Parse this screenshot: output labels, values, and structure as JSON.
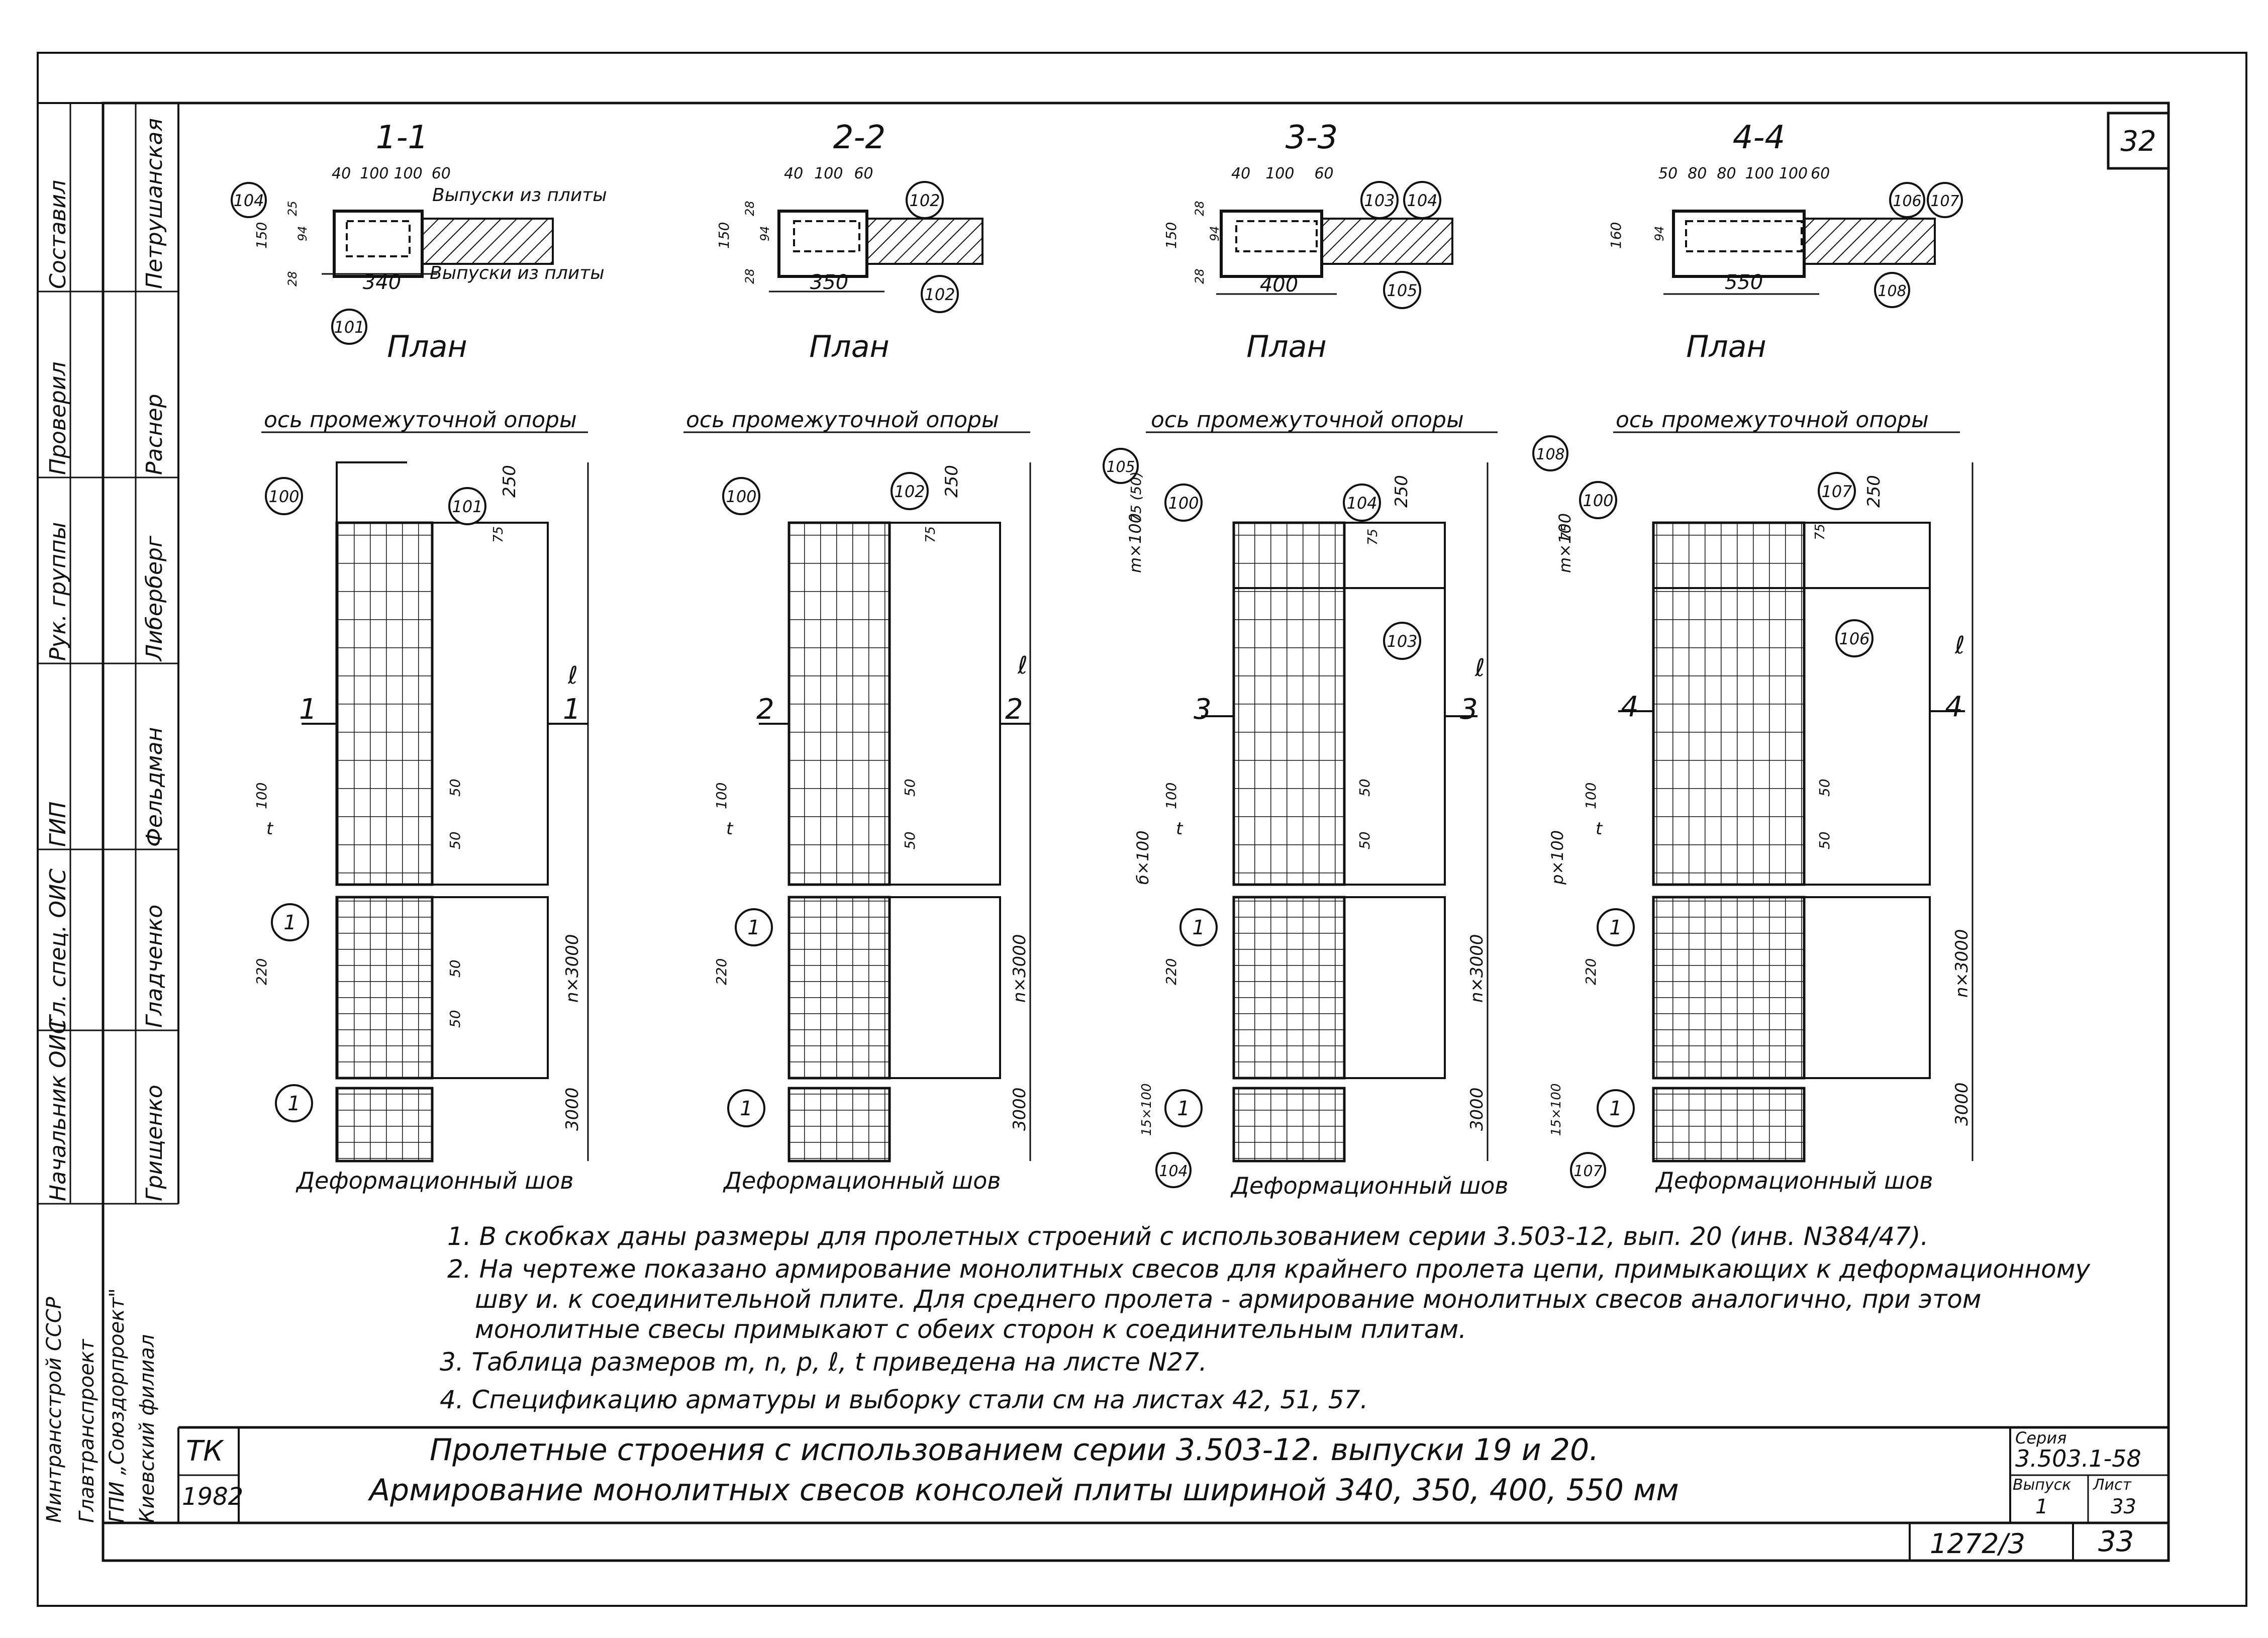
{
  "sheet_number": "32",
  "sections": [
    {
      "title": "1-1",
      "plan": "План",
      "axis": "ось промежуточной опоры",
      "seam": "Деформационный шов",
      "width": "340",
      "marks": [
        "104",
        "101"
      ],
      "top_dims": [
        "40",
        "100",
        "100",
        "60"
      ],
      "callout_top": "Выпуски из плиты",
      "callout_bottom": "Выпуски из плиты",
      "elev_marks": [
        "100",
        "101",
        "1",
        "1"
      ],
      "cut": "1"
    },
    {
      "title": "2-2",
      "plan": "План",
      "axis": "ось промежуточной опоры",
      "seam": "Деформационный шов",
      "width": "350",
      "marks": [
        "102",
        "102"
      ],
      "top_dims": [
        "40",
        "100",
        "60"
      ],
      "elev_marks": [
        "100",
        "102",
        "1",
        "1"
      ],
      "cut": "2"
    },
    {
      "title": "3-3",
      "plan": "План",
      "axis": "ось промежуточной опоры",
      "seam": "Деформационный шов",
      "width": "400",
      "marks": [
        "103",
        "104",
        "105"
      ],
      "top_dims": [
        "40",
        "100",
        "60"
      ],
      "elev_marks": [
        "105",
        "100",
        "104",
        "103",
        "1",
        "1",
        "104"
      ],
      "cut": "3"
    },
    {
      "title": "4-4",
      "plan": "План",
      "axis": "ось промежуточной опоры",
      "seam": "Деформационный шов",
      "width": "550",
      "marks": [
        "106",
        "107",
        "108"
      ],
      "top_dims": [
        "50",
        "80",
        "80",
        "100",
        "100",
        "60"
      ],
      "elev_marks": [
        "108",
        "100",
        "107",
        "106",
        "1",
        "1",
        "107"
      ],
      "cut": "4"
    }
  ],
  "dims": {
    "d250": "250",
    "d75": "75",
    "d50": "50",
    "d100": "100",
    "d220": "220",
    "d3000": "3000",
    "n3000": "n×3000",
    "l": "ℓ",
    "t": "t",
    "m100": "m×100",
    "b100": "б×100",
    "p100": "p×100",
    "s15": "15×100",
    "d75_50": "75 (50)",
    "d150": "150",
    "d160": "160",
    "d28": "28",
    "d94": "94",
    "d25": "25"
  },
  "notes": [
    "1. В скобках даны размеры для пролетных строений с использованием серии 3.503-12, вып. 20 (инв. N384/47).",
    "2. На чертеже показано армирование монолитных свесов для крайнего пролета цепи, примыкающих к деформационному",
    "шву и. к соединительной плите. Для среднего пролета - армирование монолитных свесов аналогично, при этом",
    "монолитные свесы примыкают с обеих сторон к соединительным плитам.",
    "3. Таблица размеров m, n, p, ℓ, t приведена на листе N27.",
    "4. Спецификацию арматуры и выборку стали см на листах 42, 51, 57."
  ],
  "title_block": {
    "code": "ТК",
    "year": "1982",
    "title_line1": "Пролетные строения с использованием серии 3.503-12. выпуски 19 и 20.",
    "title_line2": "Армирование монолитных свесов консолей плиты шириной 340, 350, 400, 550 мм",
    "series_label": "Серия",
    "series": "3.503.1-58",
    "issue_label": "Выпуск",
    "issue": "1",
    "sheet_label": "Лист",
    "sheet": "33",
    "inv": "1272/3",
    "page": "33"
  },
  "sidebar": {
    "roles": [
      "Составил",
      "Проверил",
      "Рук. группы",
      "ГИП",
      "Гл. спец. ОИС",
      "Начальник ОИС"
    ],
    "names": [
      "Петрушанская",
      "Раснер",
      "Либерберг",
      "Фельдман",
      "Гладченко",
      "Грищенко"
    ],
    "org": [
      "Минтрансстрой СССР",
      "Главтранспроект",
      "ГПИ „Союздорпроект\"",
      "Киевский филиал"
    ]
  }
}
